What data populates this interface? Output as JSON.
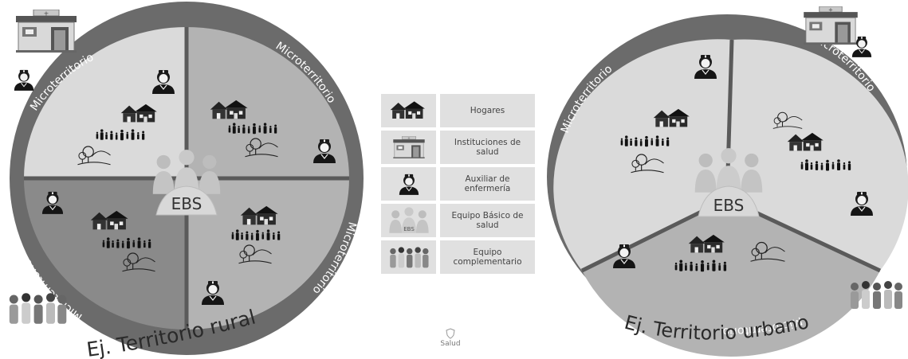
{
  "diagrams": {
    "rural": {
      "center_label": "EBS",
      "sector_label": "Microterritorio",
      "caption": "Ej. Territorio rural"
    },
    "urbano": {
      "center_label": "EBS",
      "sector_label": "Microterritorio",
      "caption": "Ej. Territorio urbano"
    }
  },
  "legend": {
    "items": [
      {
        "icon": "homes-icon",
        "label": "Hogares"
      },
      {
        "icon": "health-institution-icon",
        "label": "Instituciones de salud"
      },
      {
        "icon": "nurse-icon",
        "label": "Auxiliar de enfermería"
      },
      {
        "icon": "basic-team-icon",
        "label": "Equipo Básico de salud",
        "icon_text": "EBS"
      },
      {
        "icon": "complementary-team-icon",
        "label": "Equipo complementario"
      }
    ]
  },
  "footer": {
    "logo_text": "Salud"
  },
  "colors": {
    "ring": "#6b6b6b",
    "sector_light": "#dadada",
    "sector_mid": "#b3b3b3",
    "sector_dark": "#8a8a8a",
    "divider": "#5a5a5a"
  }
}
